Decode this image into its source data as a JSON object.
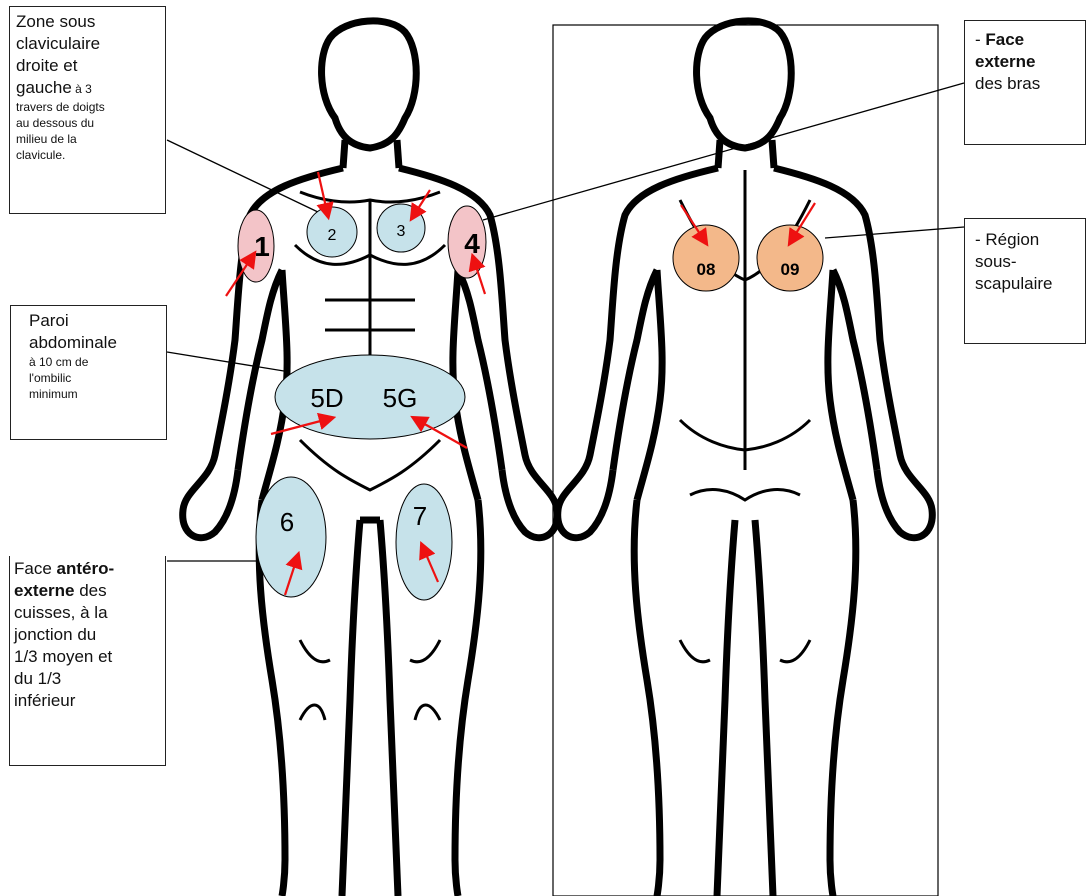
{
  "callouts": {
    "clavicle": {
      "line1": "Zone sous",
      "line2": "claviculaire",
      "line3": "droite et",
      "line4_bold": "gauche",
      "line4_rest": " à 3",
      "line5": "travers de doigts",
      "line6": "au dessous du",
      "line7": "milieu de la",
      "line8": "clavicule."
    },
    "abdomen": {
      "line1": "Paroi",
      "line2": "abdominale",
      "line3": "à 10 cm de",
      "line4": "l'ombilic",
      "line5": "minimum"
    },
    "thigh": {
      "line1_pre": "Face ",
      "line1_bold": "antéro-",
      "line2_bold": "externe",
      "line2_rest": " des",
      "line3": "cuisses, à la",
      "line4": "jonction du",
      "line5": "1/3 moyen et",
      "line6": "du 1/3",
      "line7": "inférieur"
    },
    "arm": {
      "line1_pre": "- ",
      "line1_bold": "Face",
      "line2_bold": "externe",
      "line3": "des bras"
    },
    "scapula": {
      "line1": "- Région",
      "line2": "sous-",
      "line3": "scapulaire"
    }
  },
  "zones": {
    "z1": "1",
    "z2": "2",
    "z3": "3",
    "z4": "4",
    "z5d": "5D",
    "z5g": "5G",
    "z6": "6",
    "z7": "7",
    "z8": "08",
    "z9": "09"
  },
  "colors": {
    "arm_zone": "#f3c4c8",
    "blue_zone": "#c6e2ea",
    "back_zone": "#f3b88a",
    "arrow": "#ee1111",
    "outline": "#000000"
  }
}
